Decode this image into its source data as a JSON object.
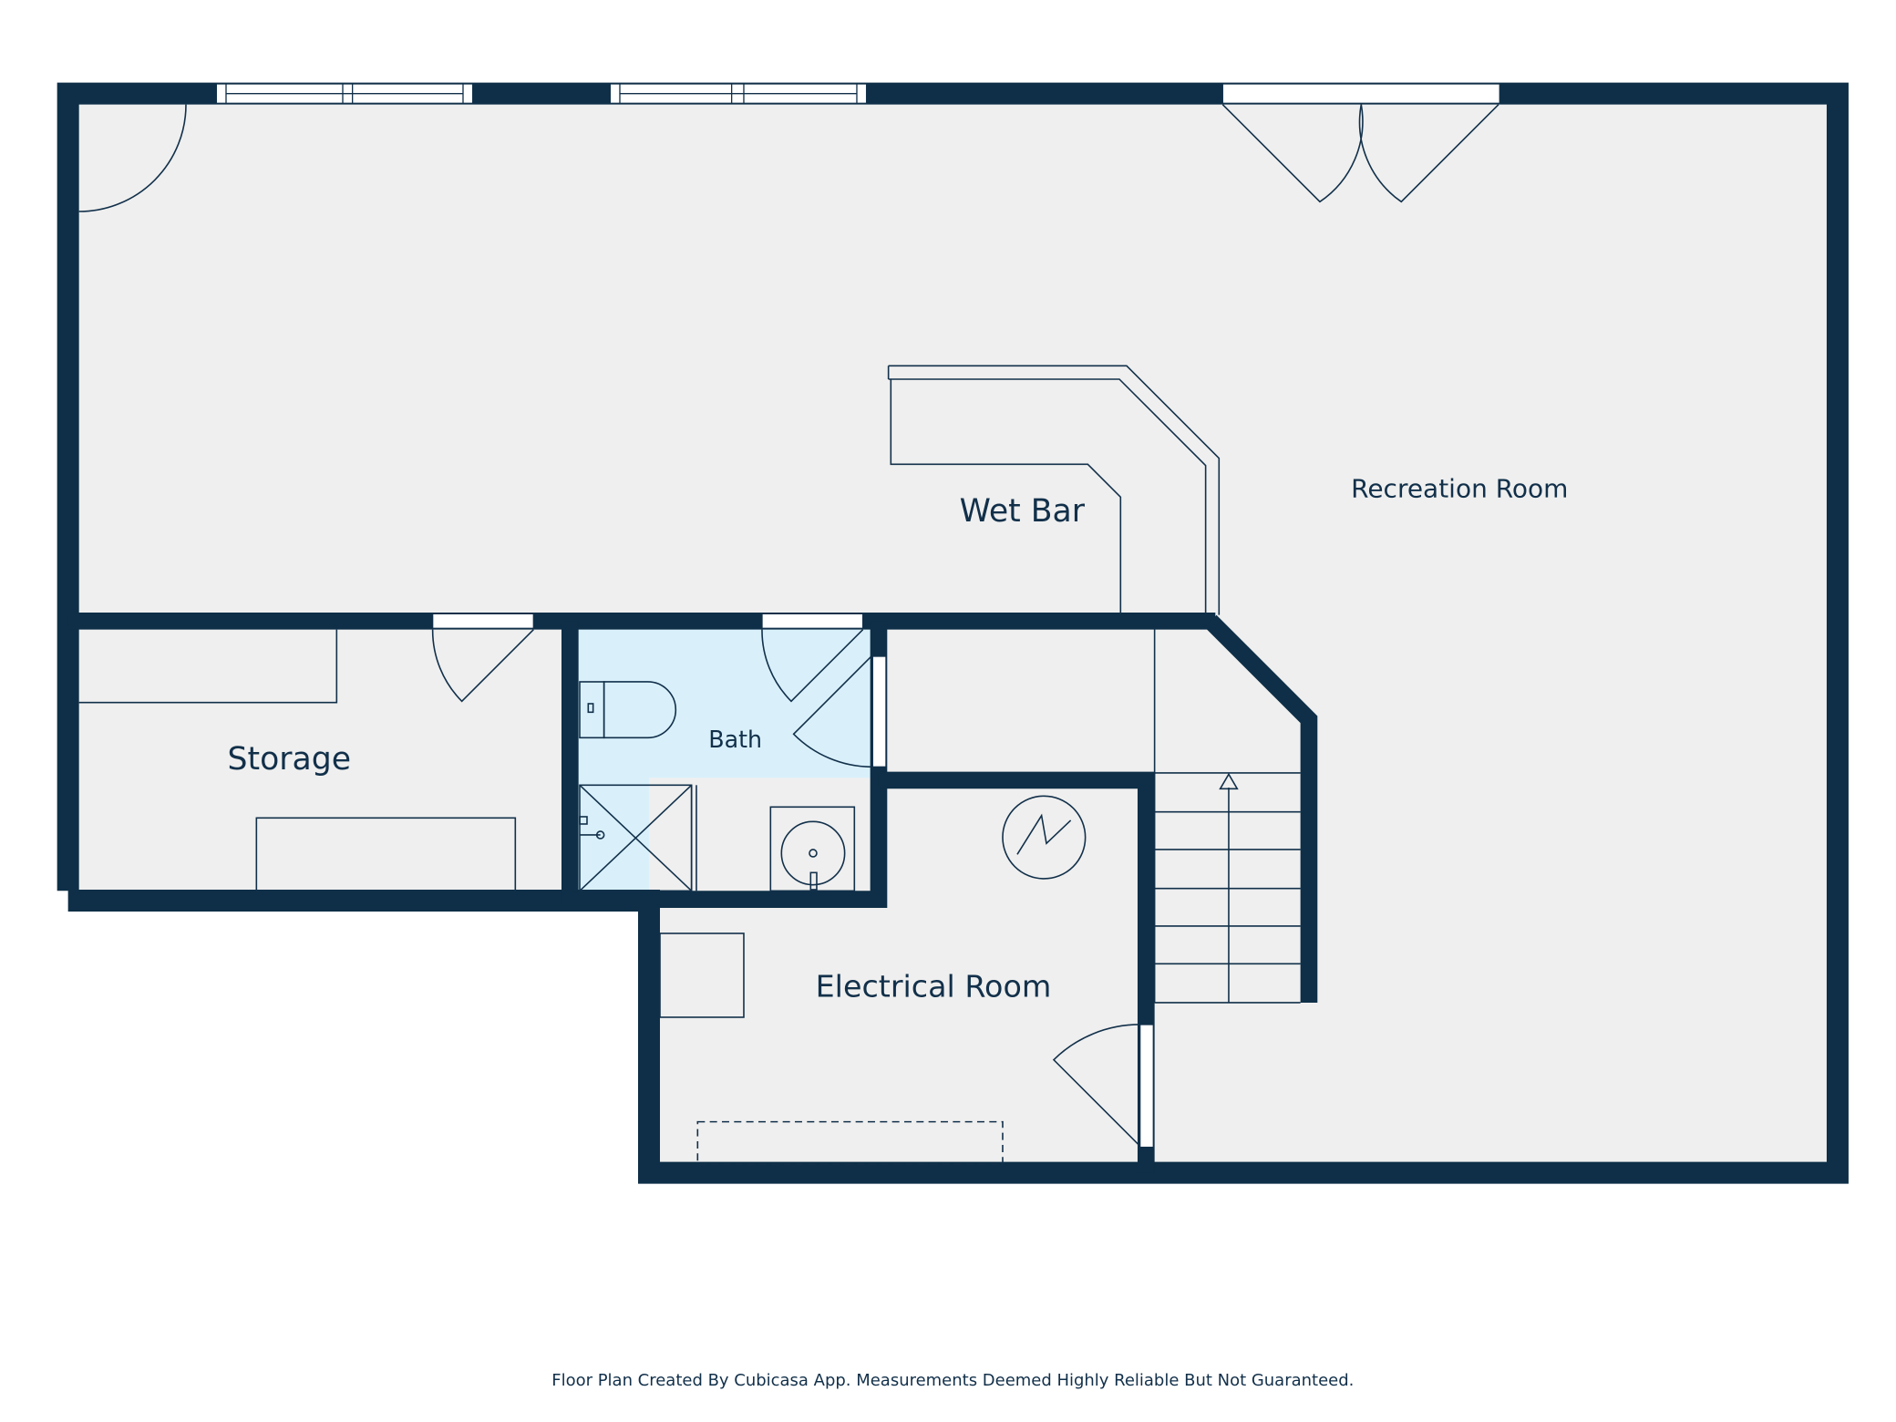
{
  "rooms": {
    "recreation": "Recreation Room",
    "wet_bar": "Wet Bar",
    "storage": "Storage",
    "bath": "Bath",
    "electrical": "Electrical Room"
  },
  "footer": {
    "disclaimer": "Floor Plan Created By Cubicasa App. Measurements Deemed Highly Reliable But Not Guaranteed."
  },
  "colors": {
    "wall": "#0e2f47",
    "floor": "#efefef",
    "bath_floor": "#d9f0fb",
    "line": "#12304a",
    "background": "#ffffff"
  }
}
